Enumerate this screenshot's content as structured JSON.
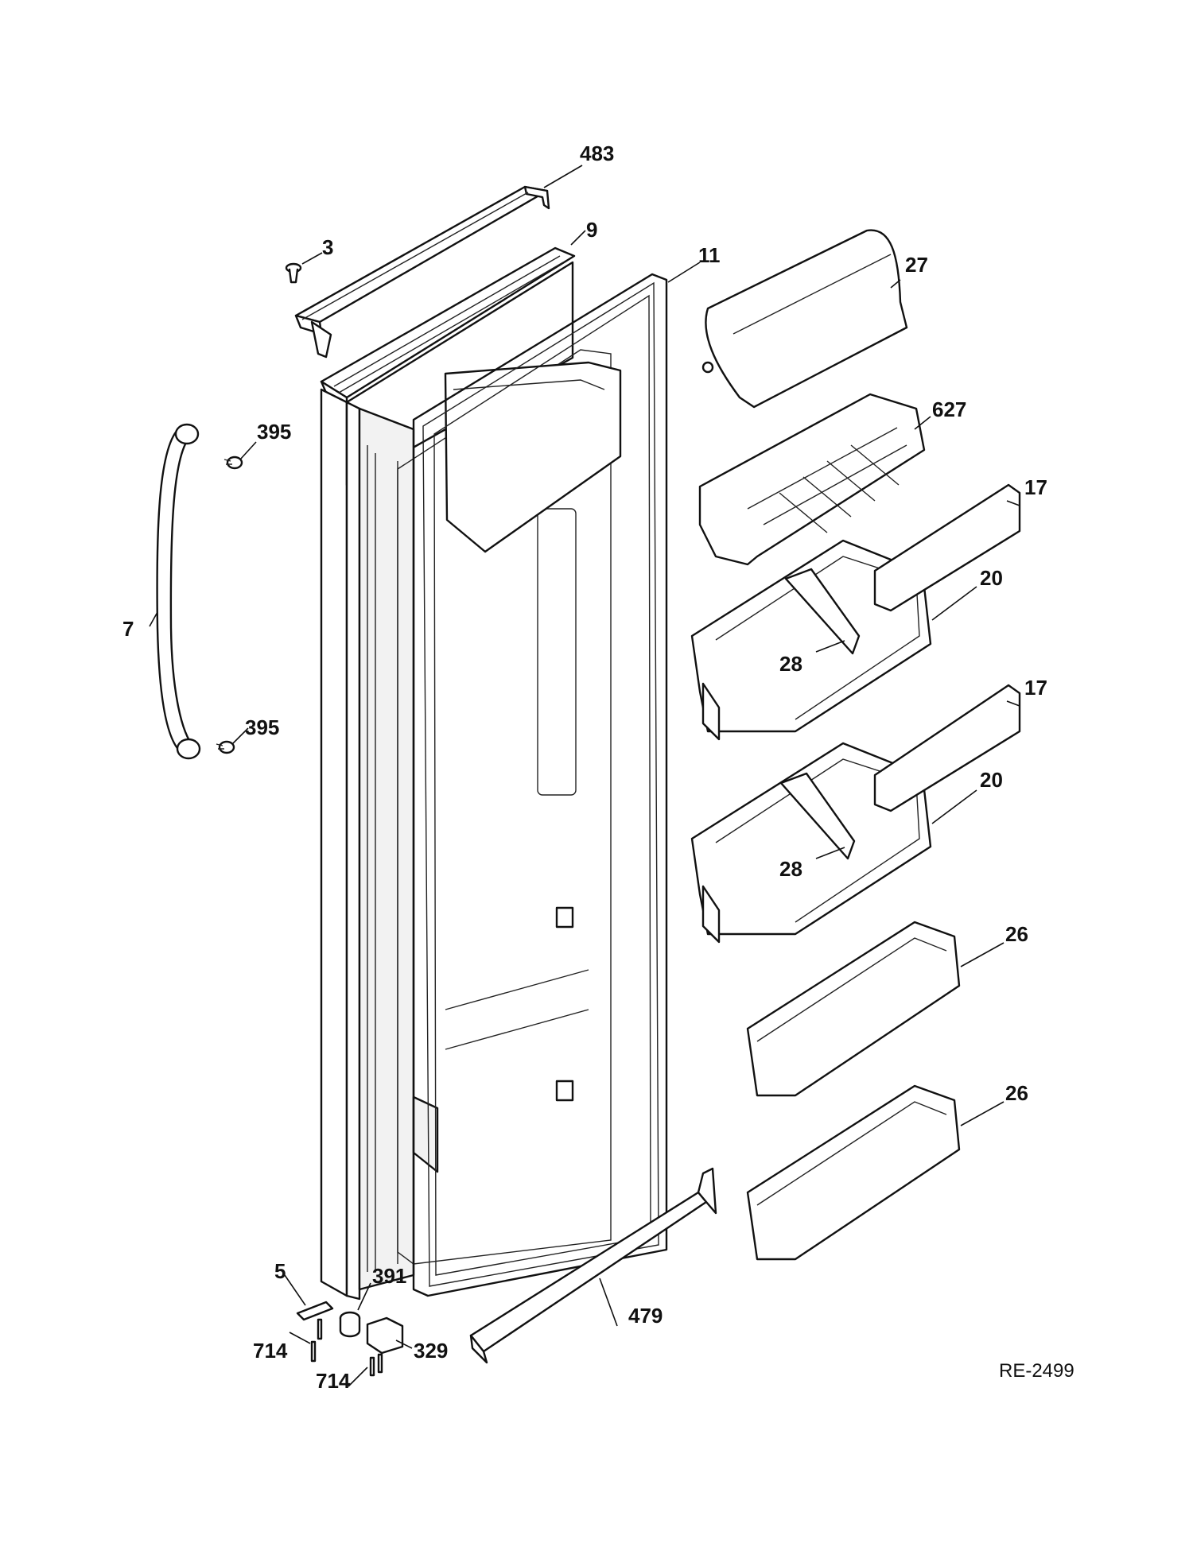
{
  "diagram_id": "RE-2499",
  "callouts": {
    "c483": "483",
    "c3": "3",
    "c9": "9",
    "c11": "11",
    "c27": "27",
    "c627": "627",
    "c395a": "395",
    "c395b": "395",
    "c7": "7",
    "c17a": "17",
    "c20a": "20",
    "c28a": "28",
    "c17b": "17",
    "c20b": "20",
    "c28b": "28",
    "c26a": "26",
    "c26b": "26",
    "c5": "5",
    "c391": "391",
    "c714a": "714",
    "c329": "329",
    "c714b": "714",
    "c479": "479"
  }
}
